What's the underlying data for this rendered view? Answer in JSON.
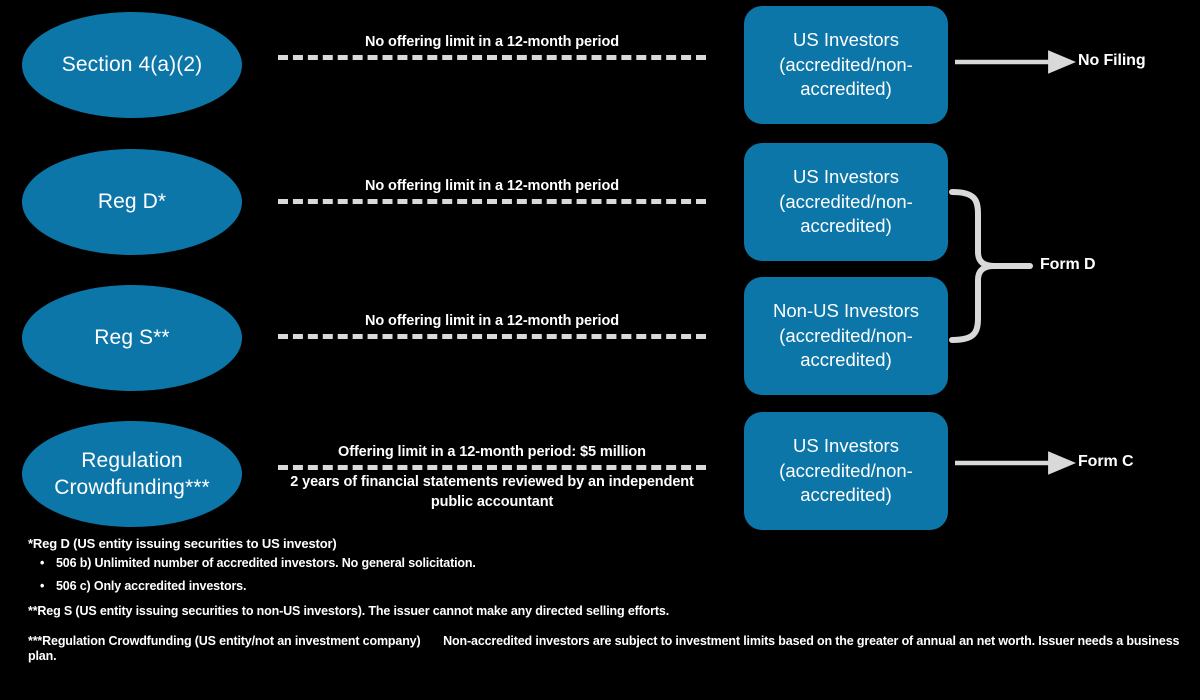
{
  "theme": {
    "background": "#000000",
    "shape_blue": "#0C76A8",
    "connector_gray": "#D9D9D9",
    "text_white": "#FFFFFF"
  },
  "rows": [
    {
      "id": "section-4a2",
      "exemption": "Section 4(a)(2)",
      "condition_primary": "No offering limit in a 12-month period",
      "condition_secondary": "",
      "investors": "US Investors (accredited/non-accredited)",
      "outcome": "No Filing",
      "connector": "arrow"
    },
    {
      "id": "reg-d",
      "exemption": "Reg D*",
      "condition_primary": "No offering limit in a 12-month period",
      "condition_secondary": "",
      "investors": "US Investors (accredited/non-accredited)",
      "outcome": "Form D",
      "connector": "brace"
    },
    {
      "id": "reg-s",
      "exemption": "Reg S**",
      "condition_primary": "No offering limit in a 12-month period",
      "condition_secondary": "",
      "investors": "Non-US Investors (accredited/non-accredited)",
      "outcome": "Form D",
      "connector": "brace"
    },
    {
      "id": "reg-cf",
      "exemption": "Regulation Crowdfunding***",
      "condition_primary": "Offering limit in a 12-month period: $5 million",
      "condition_secondary": "2 years of financial statements reviewed by an independent public accountant",
      "investors": "US Investors (accredited/non-accredited)",
      "outcome": "Form C",
      "connector": "arrow"
    }
  ],
  "outcomes": {
    "no_filing": "No Filing",
    "form_d": "Form D",
    "form_c": "Form C"
  },
  "footnotes": {
    "reg_d_heading": "*Reg D (US entity issuing securities to US investor)",
    "reg_d_bullets": [
      "506 b) Unlimited number of accredited investors. No general solicitation.",
      "506 c) Only accredited investors."
    ],
    "reg_s_label": "**Reg S (US entity issuing securities to non-US investors).",
    "reg_s_rest": "The issuer cannot make any directed selling efforts.",
    "reg_cf_label": "***Regulation Crowdfunding (US entity/not an investment company)",
    "reg_cf_rest": "Non-accredited investors are subject to investment limits based on the greater of annual an net worth. Issuer needs a business plan."
  }
}
